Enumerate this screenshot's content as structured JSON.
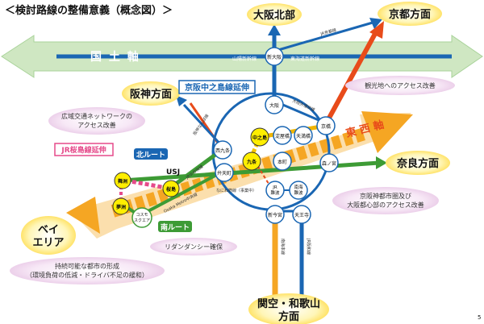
{
  "title": "＜検討路線の整備意義（概念図）＞",
  "page_number": "5",
  "axes": {
    "national_axis": "国 土 軸",
    "east_west_axis": "東 西 軸"
  },
  "regions": {
    "osaka_north": "大阪北部",
    "kyoto": "京都方面",
    "hanshin": "阪神方面",
    "nara": "奈良方面",
    "bay_line1": "ベイ",
    "bay_line2": "エリア",
    "kanku_line1": "関空・和歌山",
    "kanku_line2": "方面"
  },
  "route_labels": {
    "keihan_nakanoshima": "京阪中之島線延伸",
    "jr_sakurajima": "JR桜島線延伸",
    "north_route": "北ルート",
    "south_route": "南ルート"
  },
  "line_labels": {
    "sanyo_shinkansen": "山陽新幹線",
    "tokaido_shinkansen": "東海道新幹線",
    "jr_kyoto": "JR京都線",
    "osaka_loop": "大阪外環状線",
    "hanshin_namba": "阪神なんば線",
    "jr_yumesaki": "JRゆめ咲線",
    "osaka_metro_chuo": "Osaka Metro中央線",
    "naniwa_suji": "なにわ筋線（事業中）",
    "nankai": "南海本線",
    "jr_hanwa": "JR阪和線"
  },
  "stations": {
    "shin_osaka": "新大阪",
    "osaka": "大阪",
    "kyobashi": "京橋",
    "nishikujo": "西九条",
    "nakanoshima": "中之島",
    "yodoyabashi": "淀屋橋",
    "temmabashi": "天満橋",
    "kujo": "九条",
    "hommachi": "本町",
    "morinomiya": "森ノ宮",
    "bentencho": "弁天町",
    "jr_namba": "JR\n難波",
    "nankai_namba": "南海\n難波",
    "shin_imamiya": "新今宮",
    "tennoji": "天王寺",
    "maishima": "舞洲",
    "sakurajima": "桜島",
    "yumeshima": "夢洲",
    "cosmo_square": "コスモ\nスクエア",
    "usj": "USJ"
  },
  "notes": {
    "network": "広域交通ネットワークの\nアクセス改善",
    "tourism": "観光地へのアクセス改善",
    "keihanshin": "京阪神都市圏及び\n大阪都心部のアクセス改善",
    "redundancy": "リダンダンシー確保",
    "sustainable": "持続可能な都市の形成\n（環境負荷の低減・ドライバ不足の緩和）"
  },
  "colors": {
    "national_axis": "#cfe7c2",
    "east_west": "#f5a623",
    "blue_line": "#1a66b3",
    "green_line": "#3d9b35",
    "red_line": "#e84b1a",
    "region_bubble": "#fff3a8",
    "note_bubble": "#f3e3f2",
    "station_yellow": "#ffee00",
    "pink": "#e54a8a"
  }
}
